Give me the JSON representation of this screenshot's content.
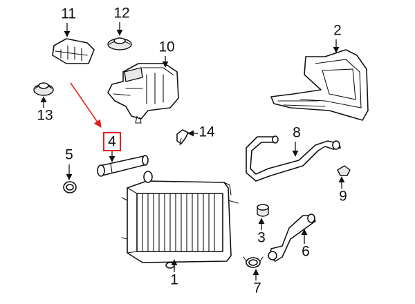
{
  "callouts": [
    {
      "id": "1",
      "label": "1"
    },
    {
      "id": "2",
      "label": "2"
    },
    {
      "id": "3",
      "label": "3"
    },
    {
      "id": "4",
      "label": "4"
    },
    {
      "id": "5",
      "label": "5"
    },
    {
      "id": "6",
      "label": "6"
    },
    {
      "id": "7",
      "label": "7"
    },
    {
      "id": "8",
      "label": "8"
    },
    {
      "id": "9",
      "label": "9"
    },
    {
      "id": "10",
      "label": "10"
    },
    {
      "id": "11",
      "label": "11"
    },
    {
      "id": "12",
      "label": "12"
    },
    {
      "id": "13",
      "label": "13"
    },
    {
      "id": "14",
      "label": "14"
    }
  ],
  "highlight": {
    "callout": "4",
    "box_color": "#e0201c",
    "arrow_color": "#e0201c"
  }
}
